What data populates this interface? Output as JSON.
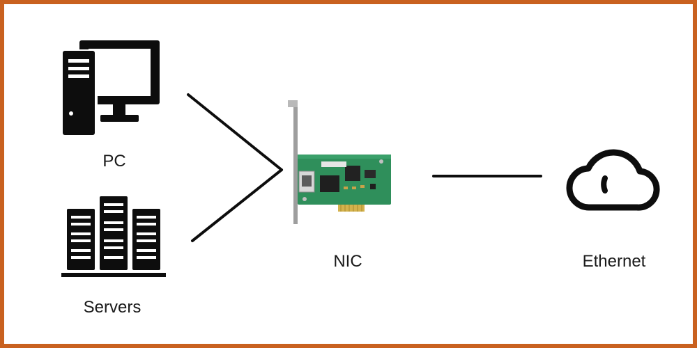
{
  "diagram": {
    "nodes": {
      "pc": {
        "label": "PC",
        "icon": "desktop-computer-icon"
      },
      "servers": {
        "label": "Servers",
        "icon": "server-rack-icon"
      },
      "nic": {
        "label": "NIC",
        "icon": "network-interface-card-image"
      },
      "ethernet": {
        "label": "Ethernet",
        "icon": "cloud-icon"
      }
    },
    "connections": [
      {
        "from": "pc",
        "to": "nic"
      },
      {
        "from": "servers",
        "to": "nic"
      },
      {
        "from": "nic",
        "to": "ethernet"
      }
    ]
  },
  "colors": {
    "border": "#c9611f",
    "icon": "#0d0d0d",
    "pcb": "#2f8f5b"
  }
}
